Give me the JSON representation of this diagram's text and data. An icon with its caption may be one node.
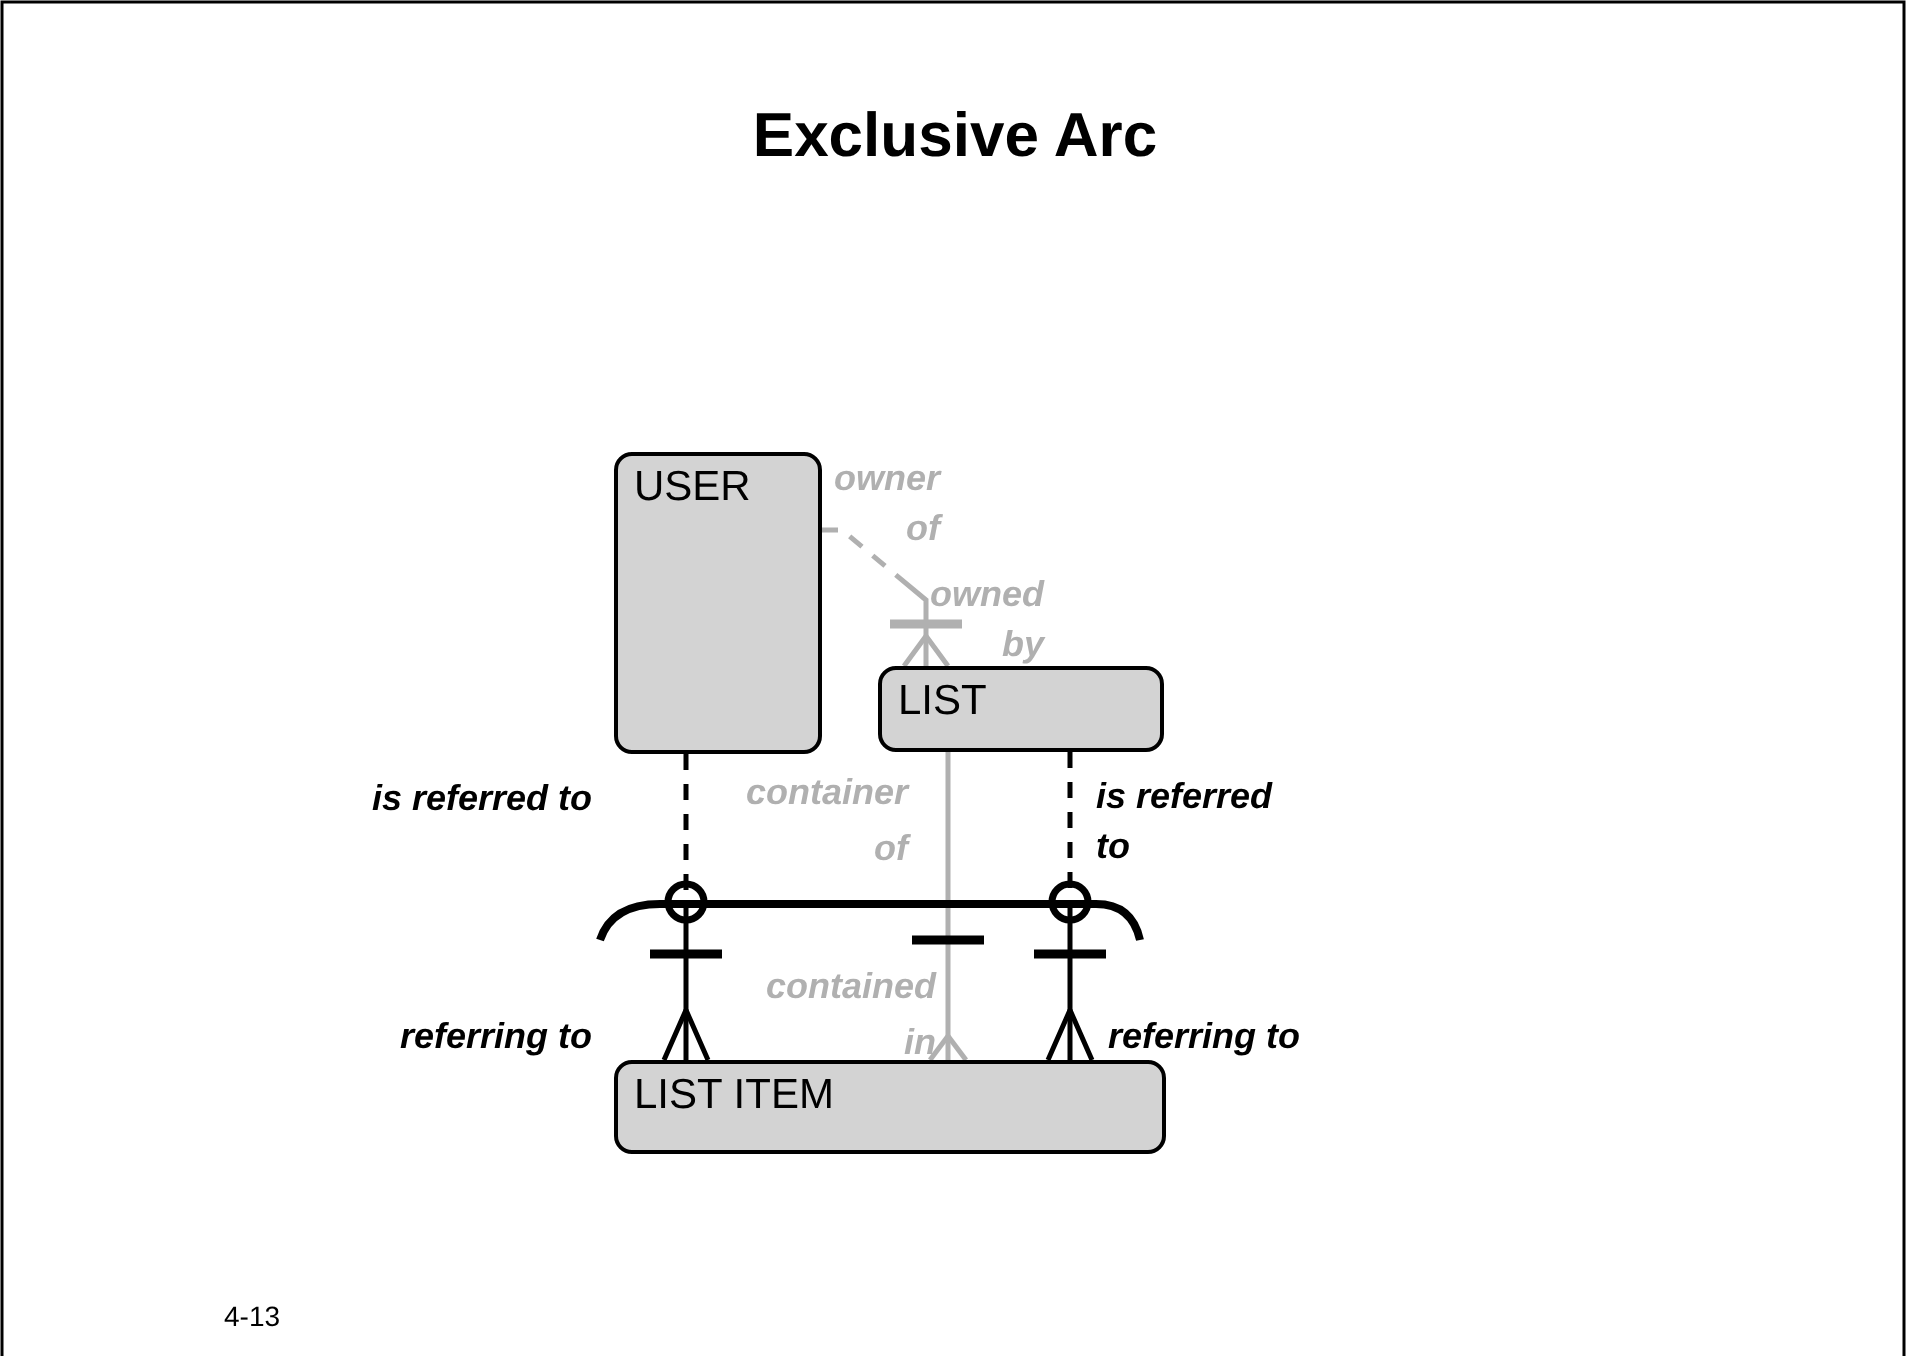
{
  "diagram": {
    "title": "Exclusive Arc",
    "nodes": [
      {
        "text": [
          "USER"
        ]
      },
      {
        "text": [
          "LIST"
        ]
      },
      {
        "text": [
          "LIST ITEM"
        ]
      }
    ],
    "edges": [
      {
        "from": 0,
        "to": 1,
        "arrow": "other",
        "style": "dashed",
        "color": "#b0b0b0"
      },
      {
        "from": 1,
        "to": 2,
        "arrow": "other",
        "color": "#b0b0b0"
      },
      {
        "from": 0,
        "to": 2,
        "arrow": "other",
        "style": "dashed",
        "color": "#000000"
      },
      {
        "from": 1,
        "to": 2,
        "arrow": "other",
        "style": "dashed",
        "color": "#000000"
      }
    ],
    "labels": [
      "owner of",
      "owned by",
      "is referred to",
      "container of",
      "is referred to",
      "contained in",
      "referring to",
      "referring to",
      "4-13"
    ]
  }
}
